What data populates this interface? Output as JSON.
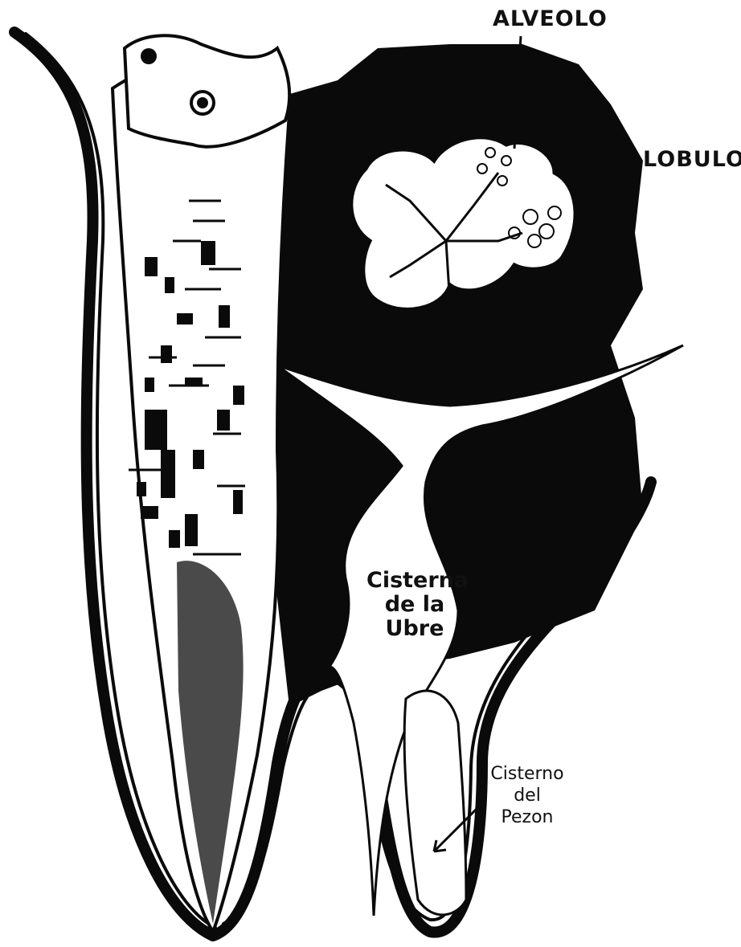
{
  "labels": {
    "alveolo": "ALVEOLO",
    "lobulo": "LOBULO",
    "cisterna_ubre": [
      "Cisterna",
      "de la",
      "Ubre"
    ],
    "cisterna_pezon": [
      "Cisterno",
      "del",
      "Pezon"
    ]
  },
  "colors": {
    "ink": "#0a0a0a",
    "paper": "#ffffff"
  }
}
